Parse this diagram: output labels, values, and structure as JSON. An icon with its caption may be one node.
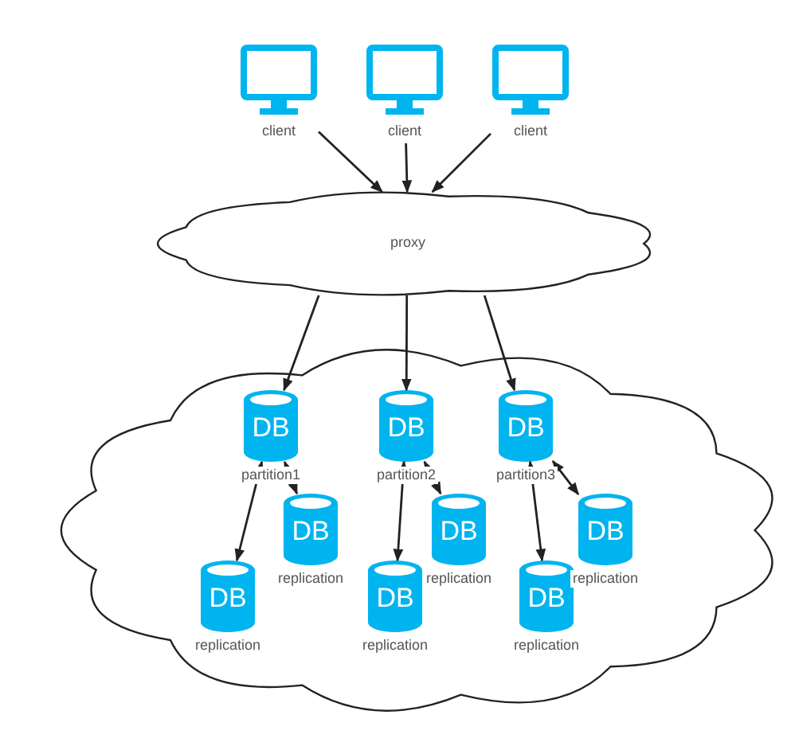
{
  "diagram": {
    "nodes": [
      {
        "text": [
          "client"
        ]
      },
      {
        "text": [
          "client"
        ]
      },
      {
        "text": [
          "client"
        ]
      },
      {
        "text": [
          "proxy"
        ]
      },
      {
        "text": [],
        "shape": "cloud"
      },
      {
        "text": [
          "DB",
          "partition1"
        ],
        "in": 4
      },
      {
        "text": [
          "DB",
          "partition2"
        ],
        "in": 4
      },
      {
        "text": [
          "DB",
          "partition3"
        ],
        "in": 4
      },
      {
        "text": [
          "DB",
          "replication"
        ],
        "in": 4
      },
      {
        "text": [
          "DB",
          "replication"
        ],
        "in": 4
      },
      {
        "text": [
          "DB",
          "replication"
        ],
        "in": 4
      },
      {
        "text": [
          "DB",
          "replication"
        ],
        "in": 4
      },
      {
        "text": [
          "DB",
          "replication"
        ],
        "in": 4
      },
      {
        "text": [
          "DB",
          "replication"
        ],
        "in": 4
      }
    ],
    "edges": [
      {
        "from": 0,
        "to": 3,
        "arrow": "to"
      },
      {
        "from": 1,
        "to": 3,
        "arrow": "to"
      },
      {
        "from": 2,
        "to": 3,
        "arrow": "to"
      },
      {
        "from": 3,
        "to": 5,
        "arrow": "to"
      },
      {
        "from": 3,
        "to": 6,
        "arrow": "to"
      },
      {
        "from": 3,
        "to": 7,
        "arrow": "to"
      },
      {
        "from": 5,
        "to": 8,
        "arrow": "both"
      },
      {
        "from": 5,
        "to": 9,
        "arrow": "both"
      },
      {
        "from": 6,
        "to": 10,
        "arrow": "both"
      },
      {
        "from": 6,
        "to": 11,
        "arrow": "both"
      },
      {
        "from": 7,
        "to": 12,
        "arrow": "both"
      },
      {
        "from": 7,
        "to": 13,
        "arrow": "both"
      }
    ]
  }
}
